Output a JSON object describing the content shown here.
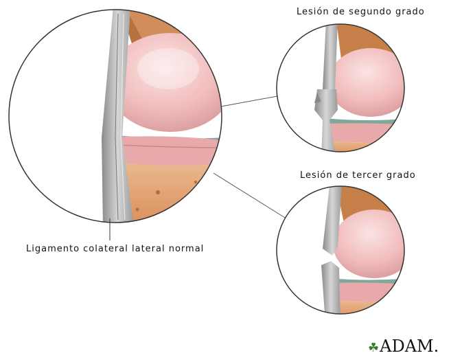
{
  "labels": {
    "second_degree": "Lesión de segundo grado",
    "third_degree": "Lesión de tercer grado",
    "normal_ligament": "Ligamento colateral lateral normal"
  },
  "logo": {
    "text": "ADAM.",
    "icon": "leaf-icon"
  },
  "colors": {
    "ligament": "#b9b9b9",
    "cartilage": "#f0bcbc",
    "bone": "#e8a77a",
    "meniscus": "#7fa79a"
  }
}
